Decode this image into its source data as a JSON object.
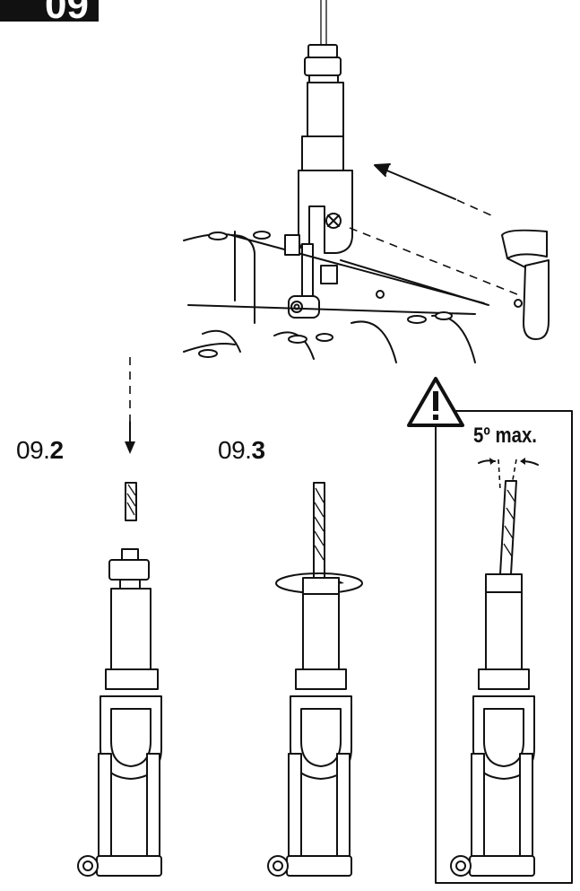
{
  "header": {
    "step_number": "09"
  },
  "steps": [
    {
      "prefix": "09.",
      "bold": "2"
    },
    {
      "prefix": "09.",
      "bold": "3"
    }
  ],
  "warning": {
    "icon": "warning-triangle-icon",
    "angle_text": "5º max."
  },
  "colors": {
    "ink": "#111111",
    "paper": "#ffffff"
  }
}
